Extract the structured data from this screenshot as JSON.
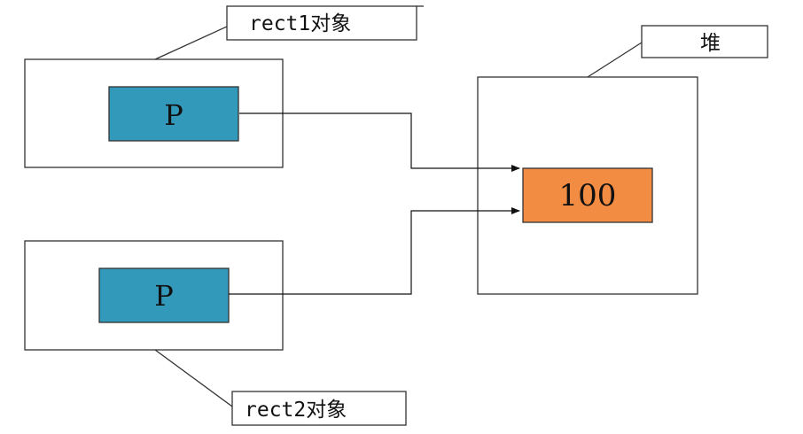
{
  "labels": {
    "rect1_object": "rect1对象",
    "rect2_object": "rect2对象",
    "heap": "堆"
  },
  "fields": {
    "rect1_field": "P",
    "rect2_field": "P"
  },
  "heap_value": "100",
  "colors": {
    "field_fill": "#3399bb",
    "value_fill": "#f28c43",
    "outline": "#222222",
    "background": "#ffffff"
  }
}
